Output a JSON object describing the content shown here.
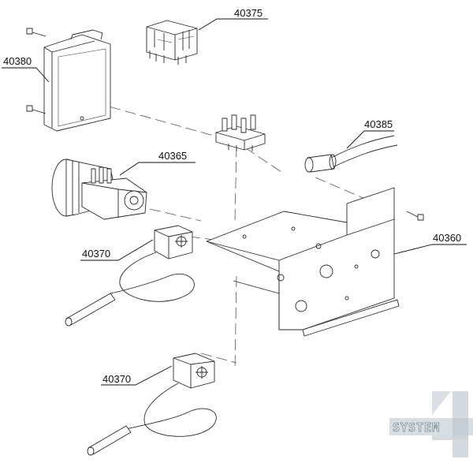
{
  "parts": [
    {
      "id": "relay-base",
      "code": "40375"
    },
    {
      "id": "enclosure-box",
      "code": "40380"
    },
    {
      "id": "wire-sleeve",
      "code": "40385"
    },
    {
      "id": "timer-motor",
      "code": "40365"
    },
    {
      "id": "thermostat-upper",
      "code": "40370"
    },
    {
      "id": "mounting-bracket",
      "code": "40360"
    },
    {
      "id": "thermostat-lower",
      "code": "40370"
    }
  ],
  "watermark": {
    "text": "SYSTEM",
    "digit": "4"
  }
}
